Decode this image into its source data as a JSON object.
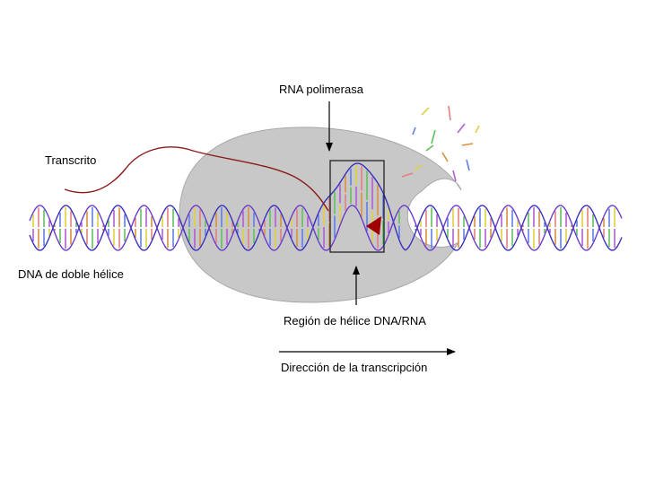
{
  "labels": {
    "polymerase": "RNA polimerasa",
    "transcript": "Transcrito",
    "double_helix": "DNA de doble hélice",
    "hybrid_region": "Región de hélice DNA/RNA",
    "direction": "Dirección de la transcripción"
  },
  "colors": {
    "background": "#ffffff",
    "enzyme_fill": "#c8c8c8",
    "enzyme_stroke": "#a8a8a8",
    "strand_template": "#3a2fbf",
    "strand_coding": "#6a3ccc",
    "rna_transcript": "#8b1a1a",
    "active_site": "#a00000",
    "box_stroke": "#222222",
    "arrow": "#000000",
    "bases": [
      "#e0d040",
      "#e08080",
      "#60c060",
      "#b060d0",
      "#d89040",
      "#6080e0"
    ]
  },
  "icons": {
    "active_site": "red-triangle-icon",
    "free_nucleotides": "nucleotide-sticks"
  }
}
